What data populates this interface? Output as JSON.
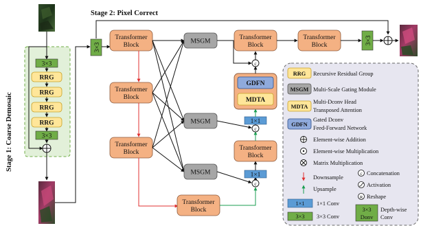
{
  "stage1_title": "Stage 1: Coarse Demosaic",
  "stage2_title": "Stage 2: Pixel Correct",
  "conv3_label": "3×3",
  "conv1_label": "1×1",
  "rrg_label": "RRG",
  "transformer_line1": "Transformer",
  "transformer_line2": "Block",
  "msgm_label": "MSGM",
  "gdfn_label": "GDFN",
  "mdta_label": "MDTA",
  "concat_symbol": "c",
  "legend": {
    "rrg": {
      "abbr": "RRG",
      "text": "Recursive Residual Group"
    },
    "msgm": {
      "abbr": "MSGM",
      "text": "Multi-Scale Gating Module"
    },
    "mdta": {
      "abbr": "MDTA",
      "text1": "Multi-Dconv Head",
      "text2": "Transposed Attention"
    },
    "gdfn": {
      "abbr": "GDFN",
      "text1": "Gated Dconv",
      "text2": "Feed-Forward Network"
    },
    "add": "Element-wise Addition",
    "mul": "Element-wise Multiplication",
    "matmul": "Matrix Multiplication",
    "concat": "Concatenation",
    "activation": "Activation",
    "reshape": "Reshape",
    "downsample": "Downsample",
    "upsample": "Upsample",
    "conv1": "1×1 Conv",
    "conv3": "3×3 Conv",
    "dw_line1": "3×3",
    "dw_line2": "Donv",
    "dw_text1": "Depth-wise",
    "dw_text2": "Conv"
  },
  "colors": {
    "rrg_fill": "#ffe699",
    "transformer_fill": "#f4b183",
    "msgm_fill": "#a6a6a6",
    "gdfn_fill": "#8faadc",
    "mdta_fill": "#ffe699",
    "conv1_fill": "#5b9bd5",
    "conv3_fill": "#70ad47",
    "stage1_bg": "#e2f0d9",
    "legend_bg": "#e7e6f0",
    "downsample": "#e03030",
    "upsample": "#1a9e50"
  }
}
